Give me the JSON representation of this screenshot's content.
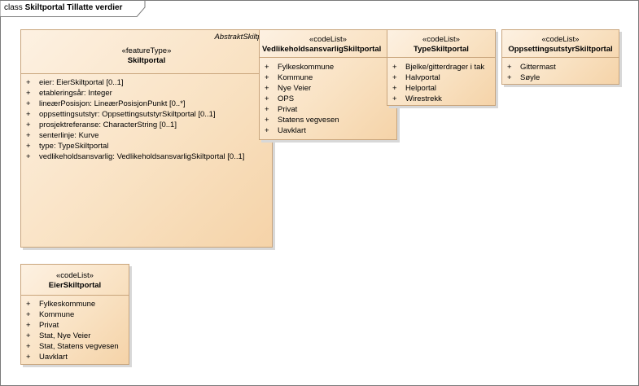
{
  "frame": {
    "keyword": "class",
    "name": "Skiltportal Tillatte verdier"
  },
  "classes": {
    "skiltportal": {
      "generalization": "AbstraktSkiltpor",
      "stereotype": "«featureType»",
      "name": "Skiltportal",
      "attributes": [
        "eier: EierSkiltportal [0..1]",
        "etableringsår: Integer",
        "lineærPosisjon: LineærPosisjonPunkt [0..*]",
        "oppsettingsutstyr: OppsettingsutstyrSkiltportal [0..1]",
        "prosjektreferanse: CharacterString [0..1]",
        "senterlinje: Kurve",
        "type: TypeSkiltportal",
        "vedlikeholdsansvarlig: VedlikeholdsansvarligSkiltportal [0..1]"
      ]
    },
    "vedlikeholdsansvarlig": {
      "stereotype": "«codeList»",
      "name": "VedlikeholdsansvarligSkiltportal",
      "values": [
        "Fylkeskommune",
        "Kommune",
        "Nye Veier",
        "OPS",
        "Privat",
        "Statens vegvesen",
        "Uavklart"
      ]
    },
    "type": {
      "stereotype": "«codeList»",
      "name": "TypeSkiltportal",
      "values": [
        "Bjelke/gitterdrager i tak",
        "Halvportal",
        "Helportal",
        "Wirestrekk"
      ]
    },
    "oppsettingsutstyr": {
      "stereotype": "«codeList»",
      "name": "OppsettingsutstyrSkiltportal",
      "values": [
        "Gittermast",
        "Søyle"
      ]
    },
    "eier": {
      "stereotype": "«codeList»",
      "name": "EierSkiltportal",
      "values": [
        "Fylkeskommune",
        "Kommune",
        "Privat",
        "Stat, Nye Veier",
        "Stat, Statens vegvesen",
        "Uavklart"
      ]
    }
  },
  "plus_symbol": "+"
}
